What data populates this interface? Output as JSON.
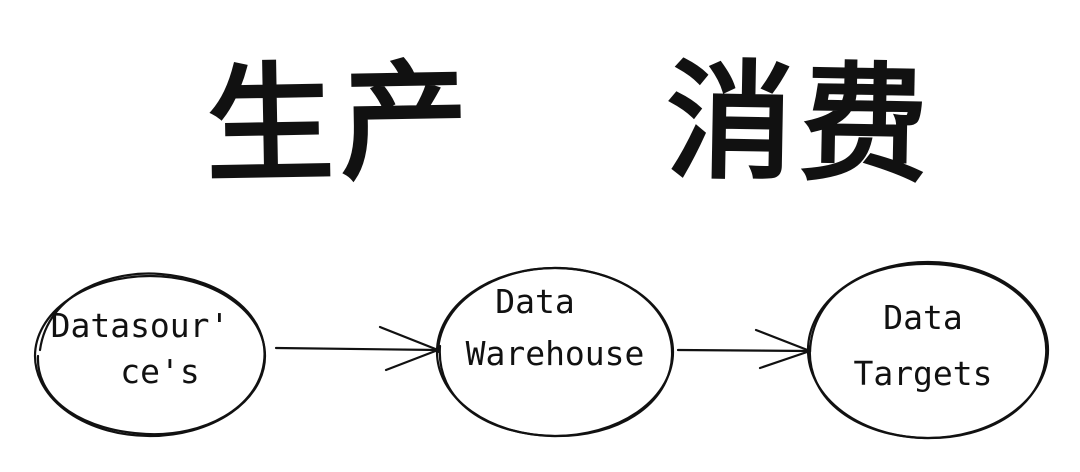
{
  "headings": {
    "producer": "生产",
    "consumer": "消费"
  },
  "nodes": {
    "source": {
      "line1": "Datasour'",
      "line2": "ce's"
    },
    "warehouse": {
      "line1": "Data",
      "line2": "Warehouse"
    },
    "targets": {
      "line1": "Data",
      "line2": "Targets"
    }
  },
  "colors": {
    "ink": "#111111",
    "background": "#ffffff"
  }
}
